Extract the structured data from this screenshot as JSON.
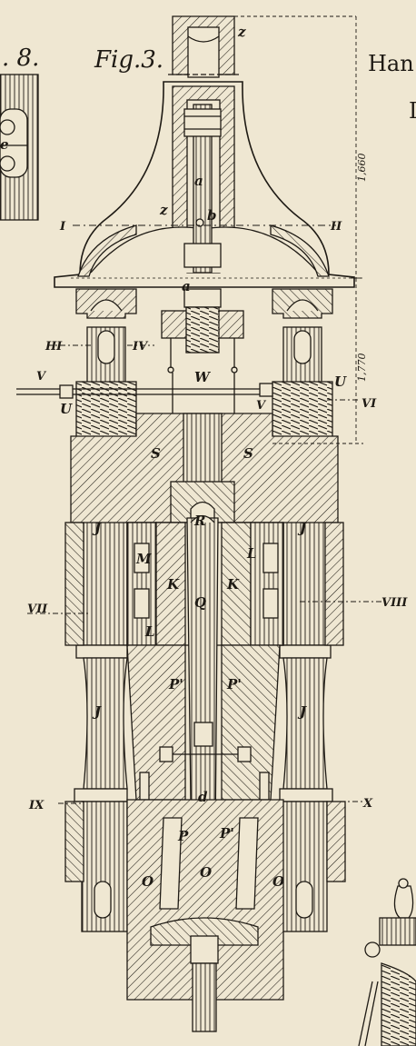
{
  "header": {
    "fig_prev": ". 8.",
    "fig_title": "Fig.3.",
    "side_text_top": "Han",
    "side_text_second": "I"
  },
  "dimensions": {
    "upper": "1,660",
    "lower": "1,770"
  },
  "section_marks": {
    "I": "I",
    "II": "II",
    "III": "III",
    "IV": "IV",
    "V_left": "V",
    "V_right": "V",
    "VI": "VI",
    "VII": "VII",
    "VIII": "VIII",
    "IX": "IX",
    "X": "X"
  },
  "part_letters": {
    "z_top": "z",
    "z_mid": "z",
    "a_rod": "a",
    "a_nut": "a",
    "b": "b",
    "W": "W",
    "U_left": "U",
    "U_right": "U",
    "S_left": "S",
    "S_right": "S",
    "R": "R",
    "J_upper_left": "J",
    "J_upper_right": "J",
    "J_lower_left": "J",
    "J_lower_right": "J",
    "K_left": "K",
    "K_right": "K",
    "L_left": "L",
    "L_right": "L",
    "M": "M",
    "Q": "Q",
    "P_prime_left": "P'",
    "P_prime_right": "P'",
    "d": "d",
    "P_lower_left": "P",
    "P_lower_right": "P'",
    "O_left": "O",
    "O_mid": "O",
    "O_right": "O",
    "e_detail": "e"
  },
  "colors": {
    "paper": "#efe7d2",
    "ink": "#1e1a14",
    "shade": "#d9cfb4"
  }
}
